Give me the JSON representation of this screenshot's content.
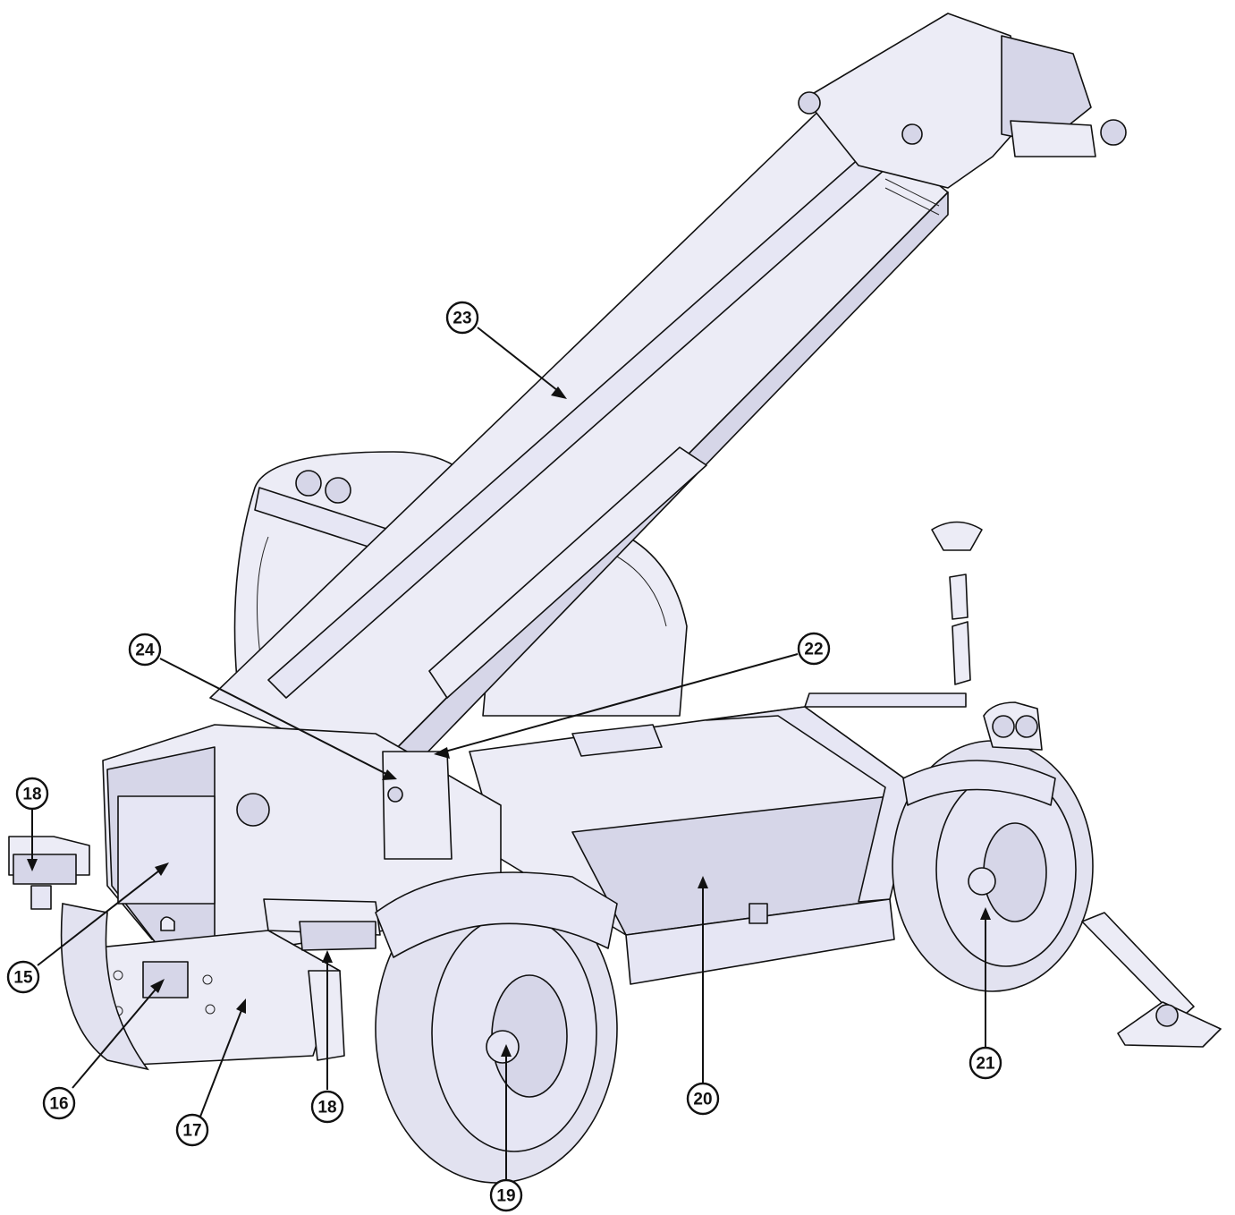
{
  "figure": {
    "callouts": [
      {
        "id": "callout-23",
        "label": "23"
      },
      {
        "id": "callout-24",
        "label": "24"
      },
      {
        "id": "callout-22",
        "label": "22"
      },
      {
        "id": "callout-18-left",
        "label": "18"
      },
      {
        "id": "callout-15",
        "label": "15"
      },
      {
        "id": "callout-16",
        "label": "16"
      },
      {
        "id": "callout-17",
        "label": "17"
      },
      {
        "id": "callout-18-right",
        "label": "18"
      },
      {
        "id": "callout-19",
        "label": "19"
      },
      {
        "id": "callout-20",
        "label": "20"
      },
      {
        "id": "callout-21",
        "label": "21"
      }
    ]
  }
}
